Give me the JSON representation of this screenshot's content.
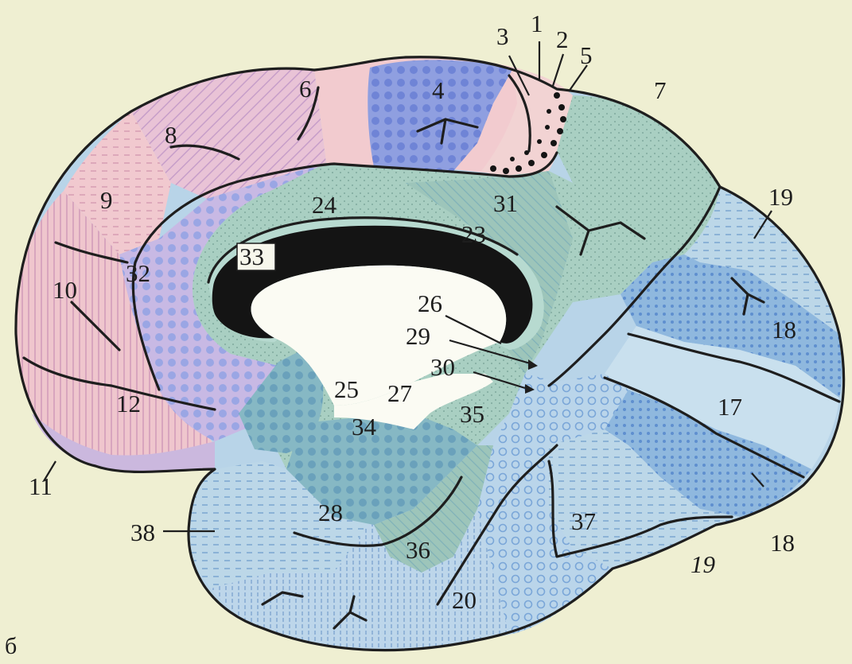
{
  "figure": {
    "panel_letter": "б",
    "colors": {
      "background": "#efefd2",
      "pink": "#f0c7cc",
      "lavender": "#c9b4dc",
      "periwinkle": "#8f9fe0",
      "teal_green": "#a8cdc0",
      "light_blue": "#b6d2e6",
      "mid_blue": "#8fb8dd",
      "black": "#141414"
    }
  },
  "areas": [
    {
      "id": "a1",
      "label": "1"
    },
    {
      "id": "a2",
      "label": "2"
    },
    {
      "id": "a3",
      "label": "3"
    },
    {
      "id": "a5",
      "label": "5"
    },
    {
      "id": "a4",
      "label": "4"
    },
    {
      "id": "a6",
      "label": "6"
    },
    {
      "id": "a7",
      "label": "7"
    },
    {
      "id": "a8",
      "label": "8"
    },
    {
      "id": "a9",
      "label": "9"
    },
    {
      "id": "a10",
      "label": "10"
    },
    {
      "id": "a11",
      "label": "11"
    },
    {
      "id": "a12",
      "label": "12"
    },
    {
      "id": "a17",
      "label": "17"
    },
    {
      "id": "a18a",
      "label": "18"
    },
    {
      "id": "a18b",
      "label": "18"
    },
    {
      "id": "a19a",
      "label": "19"
    },
    {
      "id": "a19b",
      "label": "19"
    },
    {
      "id": "a20",
      "label": "20"
    },
    {
      "id": "a23",
      "label": "23"
    },
    {
      "id": "a24",
      "label": "24"
    },
    {
      "id": "a25",
      "label": "25"
    },
    {
      "id": "a26",
      "label": "26"
    },
    {
      "id": "a27",
      "label": "27"
    },
    {
      "id": "a28",
      "label": "28"
    },
    {
      "id": "a29",
      "label": "29"
    },
    {
      "id": "a30",
      "label": "30"
    },
    {
      "id": "a31",
      "label": "31"
    },
    {
      "id": "a32",
      "label": "32"
    },
    {
      "id": "a33",
      "label": "33"
    },
    {
      "id": "a34",
      "label": "34"
    },
    {
      "id": "a35",
      "label": "35"
    },
    {
      "id": "a36",
      "label": "36"
    },
    {
      "id": "a37",
      "label": "37"
    },
    {
      "id": "a38",
      "label": "38"
    }
  ]
}
